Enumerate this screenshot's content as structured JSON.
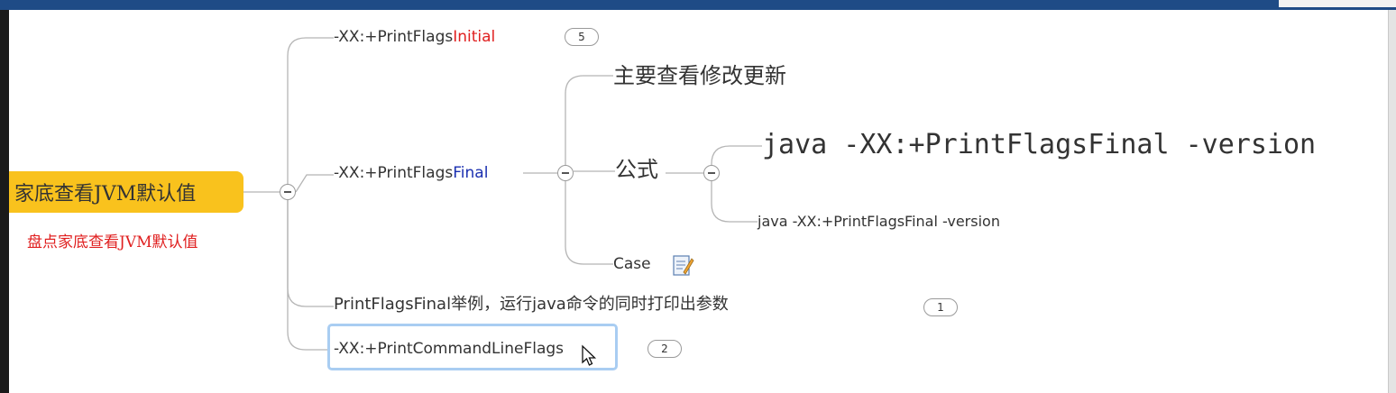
{
  "root": {
    "label": "家底查看JVM默认值",
    "note": "盘点家底查看JVM默认值"
  },
  "branches": {
    "initial": {
      "prefix": "-XX:+PrintFlags",
      "suffix": "Initial",
      "suffix_color": "#e02020",
      "badge": "5"
    },
    "final": {
      "prefix": "-XX:+PrintFlags",
      "suffix": "Final",
      "suffix_color": "#1a2fb0"
    },
    "example": {
      "label": "PrintFlagsFinal举例，运行java命令的同时打印出参数",
      "badge": "1"
    },
    "commandline": {
      "label": "-XX:+PrintCommandLineFlags",
      "badge": "2"
    }
  },
  "final_children": {
    "review": "主要查看修改更新",
    "formula": "公式",
    "case": "Case"
  },
  "formula_children": {
    "big": "java -XX:+PrintFlagsFinal -version",
    "small": "java -XX:+PrintFlagsFinal -version"
  },
  "icons": {
    "note": "note-icon",
    "collapse": "collapse-icon",
    "cursor": "cursor-icon"
  }
}
